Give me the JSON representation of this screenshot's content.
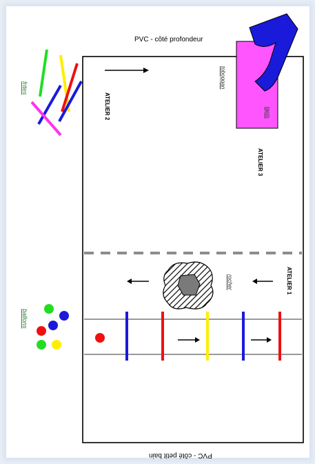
{
  "labels": {
    "pvc_top": "PVC - côté profondeur",
    "pvc_bottom": "PVC - côté petit bain",
    "atelier1": "ATELIER 1",
    "atelier2": "ATELIER 2",
    "atelier3": "ATELIER 3",
    "frites": "frites",
    "ballons": "ballons",
    "toboggan": "toboggan",
    "tapis": "tapis",
    "rocher": "rocher"
  },
  "colors": {
    "pool_border": "#000000",
    "divider": "#8c8c8c",
    "tapis": "#ff55ff",
    "toboggan": "#1a1adb",
    "rocher_fill": "#7a7a7a",
    "green": "#22dd22",
    "yellow": "#ffee00",
    "red": "#ee1111",
    "blue": "#1a1adb",
    "magenta": "#ff33ee",
    "gray_line": "#999999"
  },
  "icons": [
    "arrow-right-icon",
    "arrow-left-icon",
    "slide-icon",
    "rock-icon",
    "ball-icon",
    "pool-noodle-icon"
  ]
}
